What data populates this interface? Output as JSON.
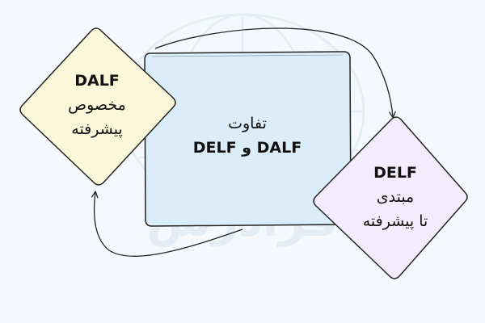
{
  "colors": {
    "background": "#f5f9fd",
    "dalf_fill": "#fbf7da",
    "center_fill": "#dcedfa",
    "delf_fill": "#f3ecfc",
    "stroke": "#222222",
    "watermark": "#e3ecf5"
  },
  "nodes": {
    "center": {
      "line1": "تفاوت",
      "line2": "DALF و DELF"
    },
    "dalf": {
      "line1": "DALF",
      "line2": "مخصوص",
      "line3": "پیشرفته"
    },
    "delf": {
      "line1": "DELF",
      "line2": "مبتدی",
      "line3": "تا پیشرفته"
    }
  },
  "edges": [
    {
      "from": "center",
      "to": "delf"
    },
    {
      "from": "center",
      "to": "dalf"
    }
  ],
  "watermark": {
    "text": "فرادرس",
    "icon": "globe-logo-icon"
  }
}
